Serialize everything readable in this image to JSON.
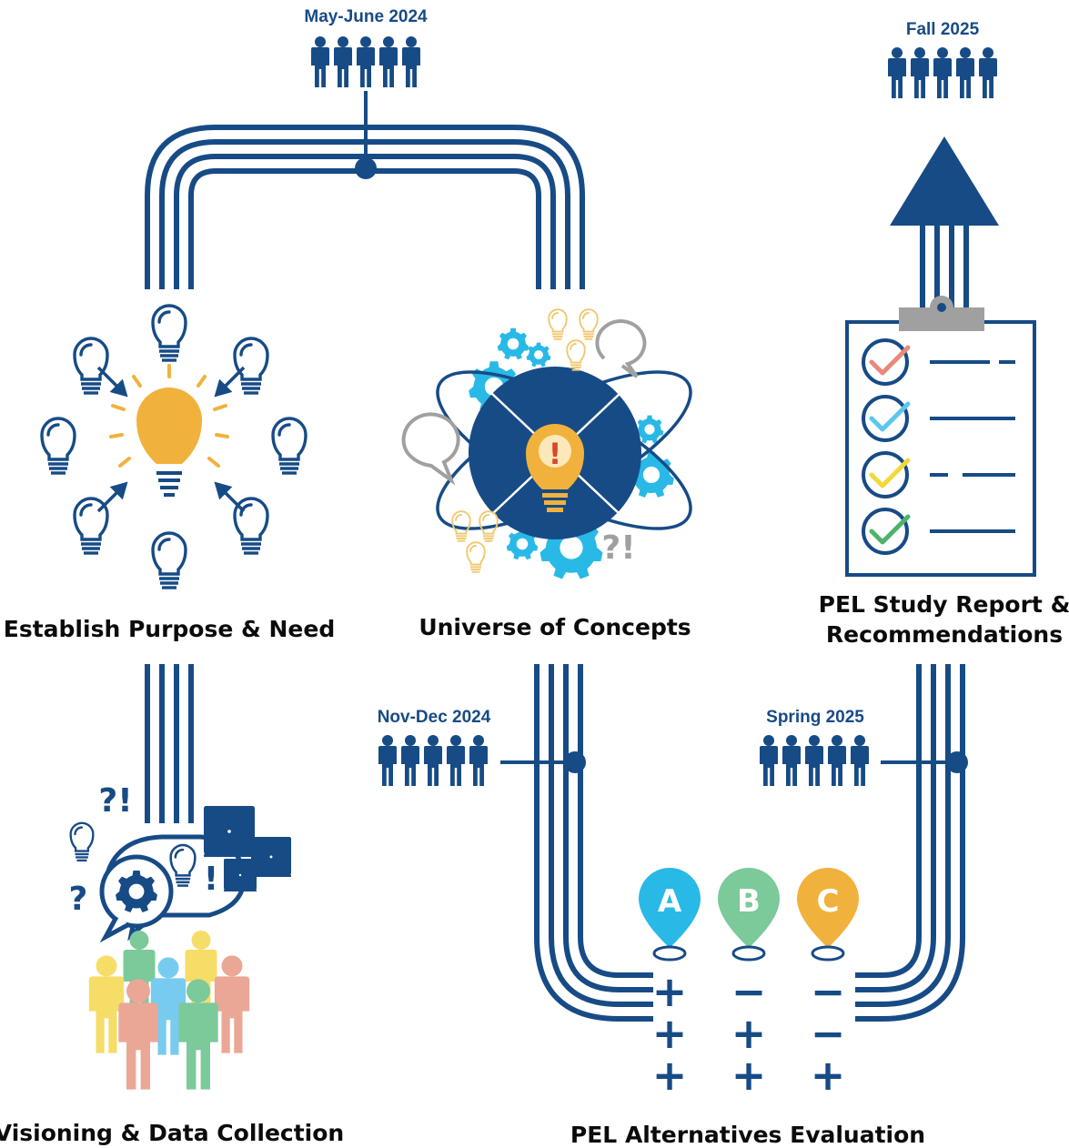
{
  "milestones": {
    "may_june": "May-June 2024",
    "fall": "Fall 2025",
    "nov_dec": "Nov-Dec 2024",
    "spring": "Spring 2025"
  },
  "stages": {
    "purpose_need": "Establish Purpose & Need",
    "universe": "Universe of Concepts",
    "report_line1": "PEL Study Report &",
    "report_line2": "Recommendations",
    "visioning": "Visioning & Data Collection",
    "alternatives": "PEL Alternatives Evaluation"
  },
  "alternatives": [
    {
      "letter": "A",
      "color": "#29b9e6",
      "ratings": [
        "+",
        "+",
        "+"
      ]
    },
    {
      "letter": "B",
      "color": "#7cc99a",
      "ratings": [
        "−",
        "+",
        "+"
      ]
    },
    {
      "letter": "C",
      "color": "#f0b23c",
      "ratings": [
        "−",
        "−",
        "+"
      ]
    }
  ],
  "checklist_colors": [
    "#e8897b",
    "#5cc6ee",
    "#f2d83a",
    "#4db36b"
  ],
  "symbols": {
    "q_exclaim": "?!",
    "question": "?",
    "exclaim": "!",
    "exclaim_sign": "!",
    "q_exclaim_grey": "?!"
  },
  "colors": {
    "navy": "#174b86",
    "bulb_yellow": "#f0b23c",
    "gear_blue": "#29b9e6",
    "grey": "#a0a0a0"
  }
}
